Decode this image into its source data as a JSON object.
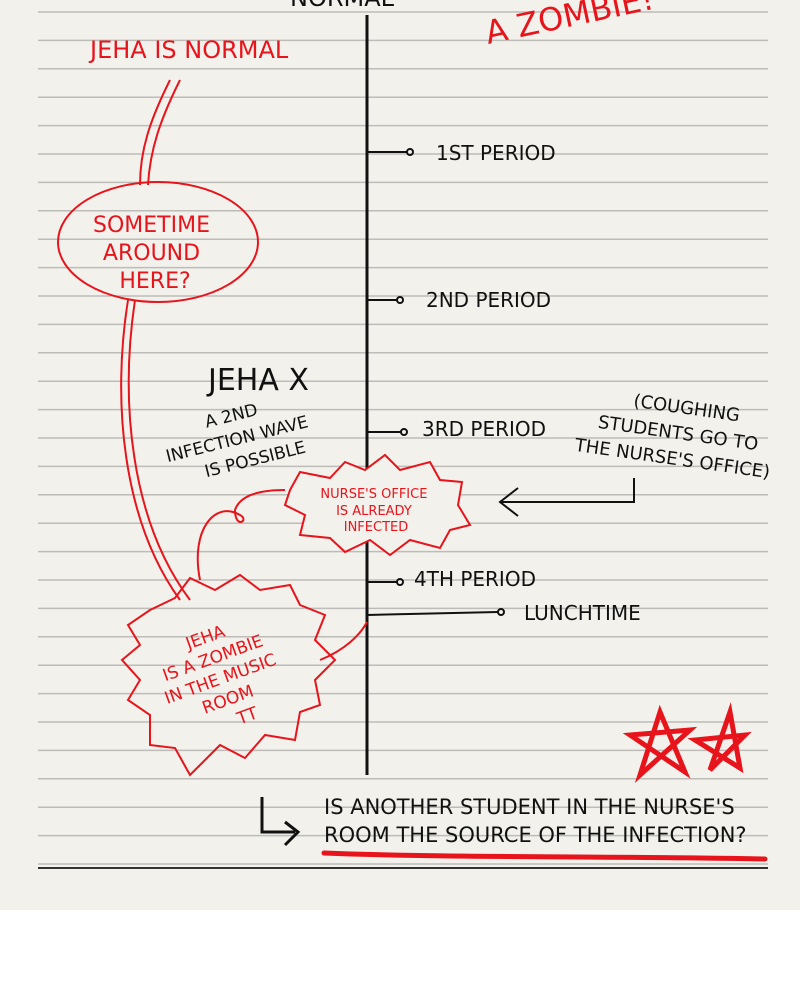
{
  "header": {
    "top_cut_left": "NORMAL",
    "top_cut_right": "A ZOMBIE!"
  },
  "left_notes": {
    "jeha_normal": "JEHA IS NORMAL",
    "sometime_lines": [
      "SOMETIME",
      "AROUND",
      "HERE?"
    ],
    "jeha_x": "JEHA X",
    "wave_lines": [
      "A 2ND",
      "INFECTION WAVE",
      "IS POSSIBLE"
    ],
    "zombie_lines": [
      "JEHA",
      "IS A ZOMBIE",
      "IN THE MUSIC",
      "ROOM",
      "TT"
    ]
  },
  "timeline": {
    "periods": [
      "1ST PERIOD",
      "2ND PERIOD",
      "3RD PERIOD",
      "4TH PERIOD",
      "LUNCHTIME"
    ]
  },
  "nurse_bubble": [
    "NURSE'S OFFICE",
    "IS ALREADY",
    "INFECTED"
  ],
  "coughing_note": [
    "(COUGHING",
    "STUDENTS GO TO",
    "THE NURSE'S OFFICE)"
  ],
  "question": [
    "IS ANOTHER STUDENT IN THE NURSE'S",
    "ROOM THE SOURCE OF THE INFECTION?"
  ],
  "colors": {
    "paper": "#f2f1ec",
    "rule": "#bdbcb8",
    "ink": "#111111",
    "red": "#e8141b"
  }
}
